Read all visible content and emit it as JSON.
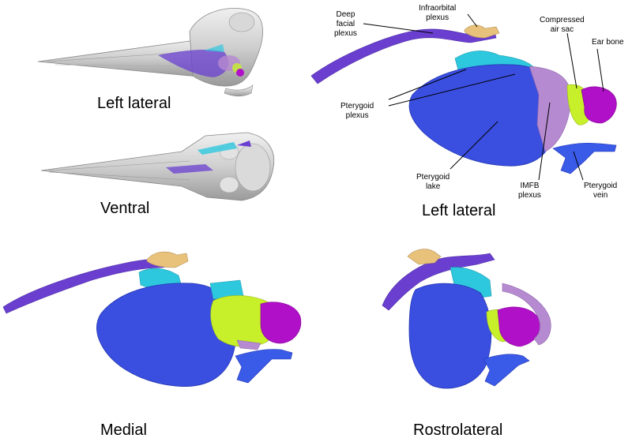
{
  "views": {
    "skull_lateral": "Left lateral",
    "skull_ventral": "Ventral",
    "model_lateral": "Left lateral",
    "model_medial": "Medial",
    "model_rostrolateral": "Rostrolateral"
  },
  "callouts": {
    "deep_facial_plexus": [
      "Deep",
      "facial",
      "plexus"
    ],
    "infraorbital_plexus": [
      "Infraorbital",
      "plexus"
    ],
    "compressed_air_sac": [
      "Compressed",
      "air sac"
    ],
    "ear_bone": [
      "Ear bone"
    ],
    "pterygoid_plexus": [
      "Pterygoid",
      "plexus"
    ],
    "pterygoid_lake": [
      "Pterygoid",
      "lake"
    ],
    "imfb_plexus": [
      "IMFB",
      "plexus"
    ],
    "pterygoid_vein": [
      "Pterygoid",
      "vein"
    ]
  },
  "colors": {
    "pterygoid_lake": "#3a4fe0",
    "pterygoid_plexus": "#2ec8de",
    "deep_facial_plexus": "#6a3fd0",
    "infraorbital_plexus": "#e8c27a",
    "imfb_plexus": "#b68ad0",
    "compressed_air_sac": "#c8f02a",
    "ear_bone": "#b010c8",
    "pterygoid_vein": "#3a5ae8",
    "bone": "#cfcfcf"
  }
}
